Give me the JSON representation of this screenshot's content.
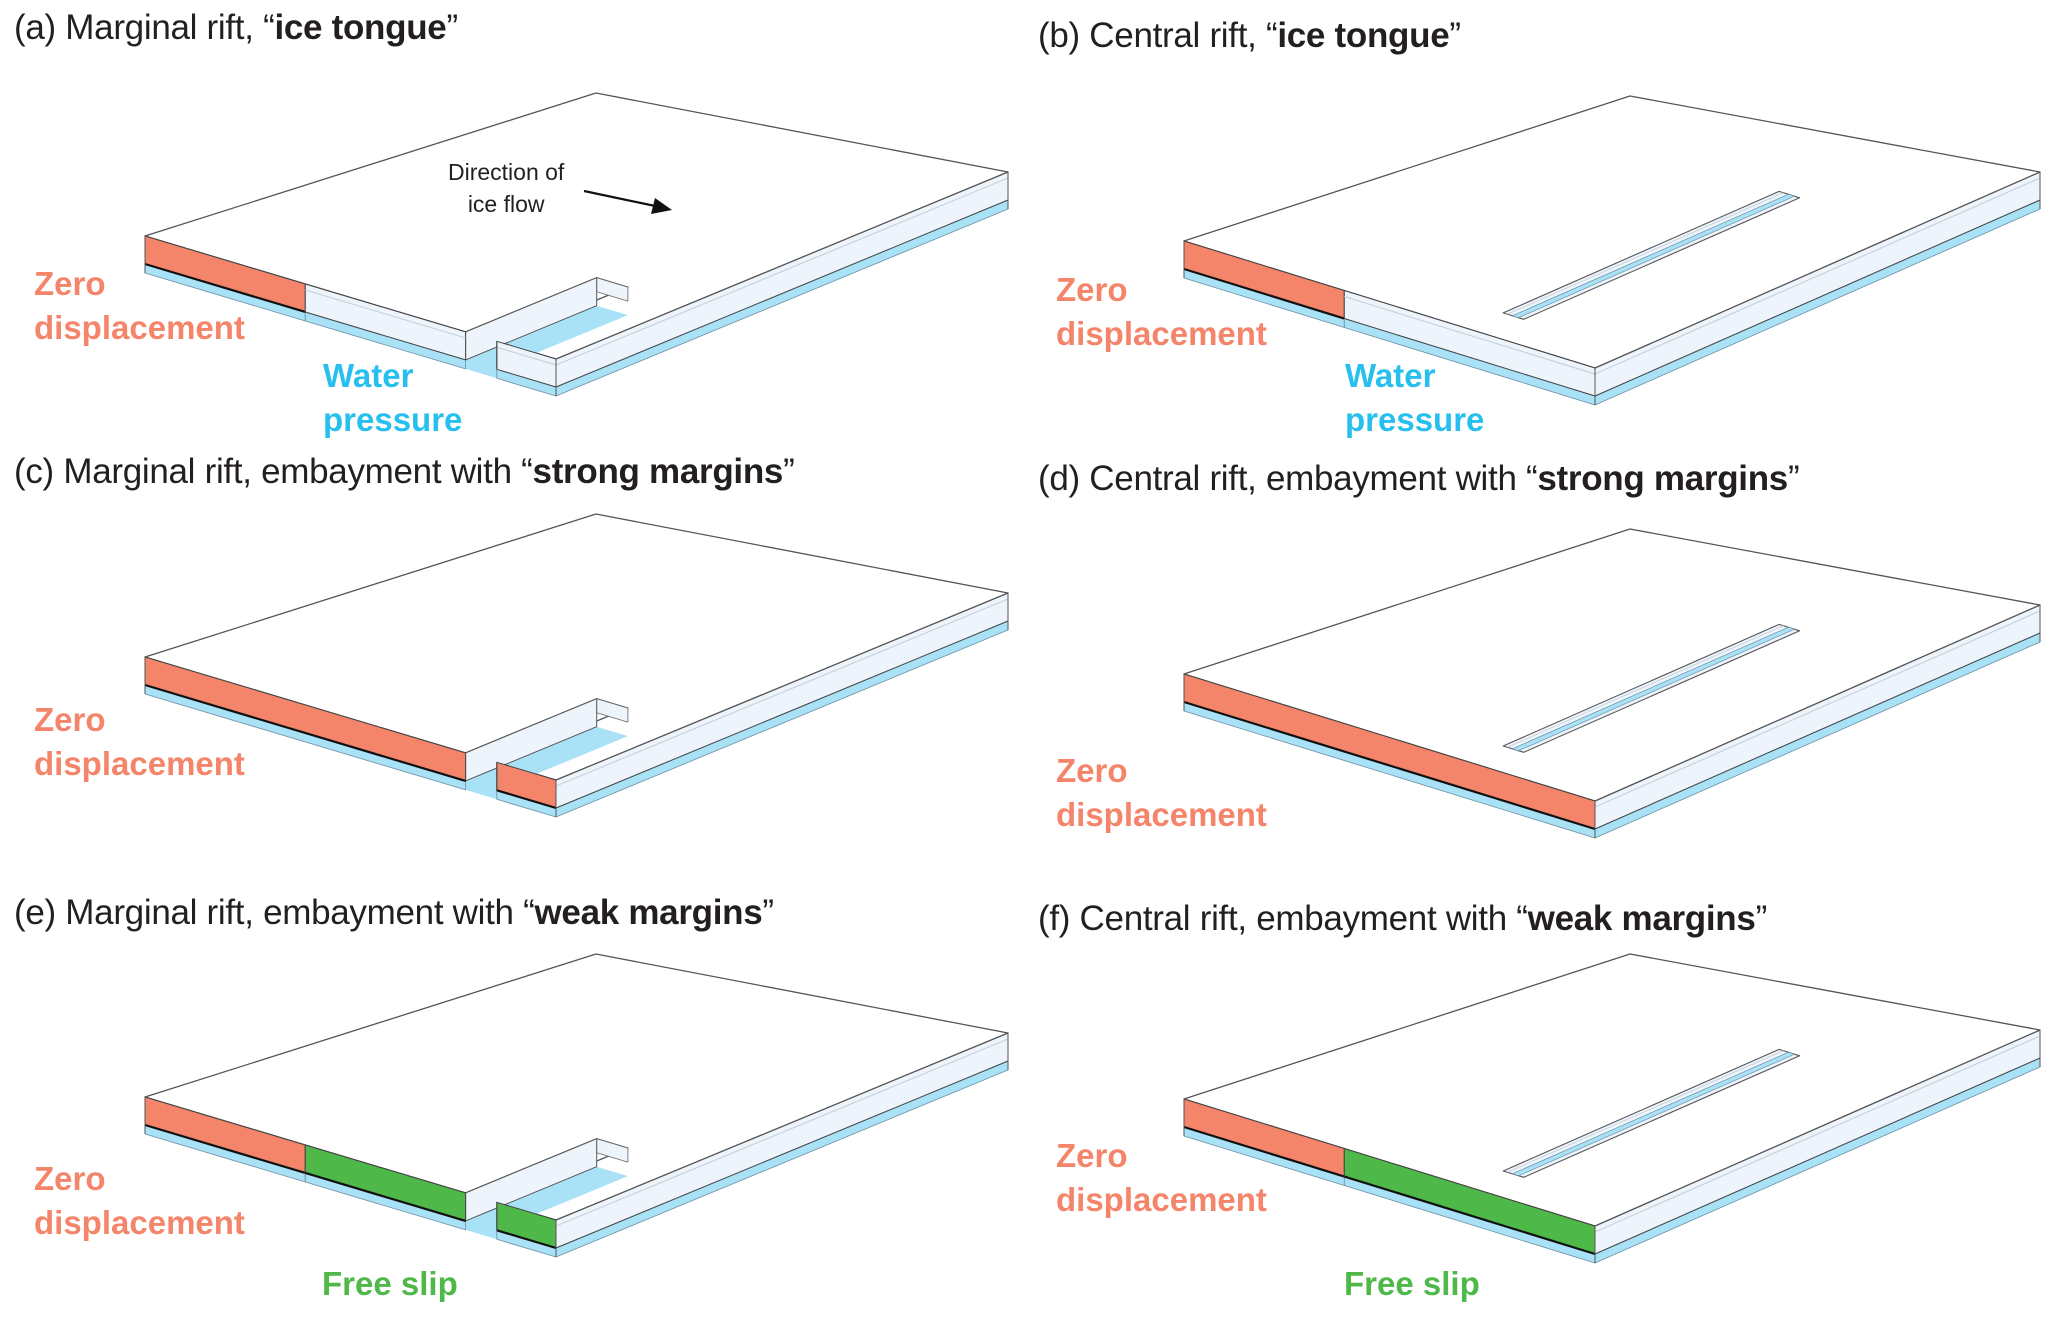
{
  "figure": {
    "colors": {
      "zero_displacement": "#f4846a",
      "free_slip": "#4eb848",
      "water_pressure": "#27c0ee",
      "water_layer": "#a9e1f7",
      "ice_face": "#eef4fb",
      "outline": "#231f20"
    },
    "panels": [
      {
        "id": "a",
        "title_prefix": "(a) Marginal rift, “",
        "title_bold": "ice tongue",
        "title_suffix": "”",
        "rift_type": "marginal",
        "boundary_segments": [
          {
            "condition": "zero_displacement",
            "from": 0.0,
            "to": 0.39
          }
        ],
        "labels": {
          "zero": [
            "Zero",
            "displacement"
          ],
          "water": [
            "Water",
            "pressure"
          ]
        },
        "flow_annotation": [
          "Direction of",
          "ice flow"
        ]
      },
      {
        "id": "b",
        "title_prefix": "(b) Central rift, “",
        "title_bold": "ice tongue",
        "title_suffix": "”",
        "rift_type": "central",
        "boundary_segments": [
          {
            "condition": "zero_displacement",
            "from": 0.0,
            "to": 0.39
          }
        ],
        "labels": {
          "zero": [
            "Zero",
            "displacement"
          ],
          "water": [
            "Water",
            "pressure"
          ]
        }
      },
      {
        "id": "c",
        "title_prefix": "(c) Marginal rift, embayment with “",
        "title_bold": "strong margins",
        "title_suffix": "”",
        "rift_type": "marginal",
        "boundary_segments": [
          {
            "condition": "zero_displacement",
            "from": 0.0,
            "to": 1.0
          }
        ],
        "labels": {
          "zero": [
            "Zero",
            "displacement"
          ]
        }
      },
      {
        "id": "d",
        "title_prefix": "(d) Central rift, embayment with “",
        "title_bold": "strong margins",
        "title_suffix": "”",
        "rift_type": "central",
        "boundary_segments": [
          {
            "condition": "zero_displacement",
            "from": 0.0,
            "to": 1.0
          }
        ],
        "labels": {
          "zero": [
            "Zero",
            "displacement"
          ]
        }
      },
      {
        "id": "e",
        "title_prefix": "(e) Marginal rift, embayment with “",
        "title_bold": "weak margins",
        "title_suffix": "”",
        "rift_type": "marginal",
        "boundary_segments": [
          {
            "condition": "zero_displacement",
            "from": 0.0,
            "to": 0.39
          },
          {
            "condition": "free_slip",
            "from": 0.39,
            "to": 1.0
          }
        ],
        "labels": {
          "zero": [
            "Zero",
            "displacement"
          ],
          "slip": [
            "Free slip"
          ]
        }
      },
      {
        "id": "f",
        "title_prefix": "(f) Central rift, embayment with “",
        "title_bold": "weak margins",
        "title_suffix": "”",
        "rift_type": "central",
        "boundary_segments": [
          {
            "condition": "zero_displacement",
            "from": 0.0,
            "to": 0.39
          },
          {
            "condition": "free_slip",
            "from": 0.39,
            "to": 1.0
          }
        ],
        "labels": {
          "zero": [
            "Zero",
            "displacement"
          ],
          "slip": [
            "Free slip"
          ]
        }
      }
    ]
  }
}
